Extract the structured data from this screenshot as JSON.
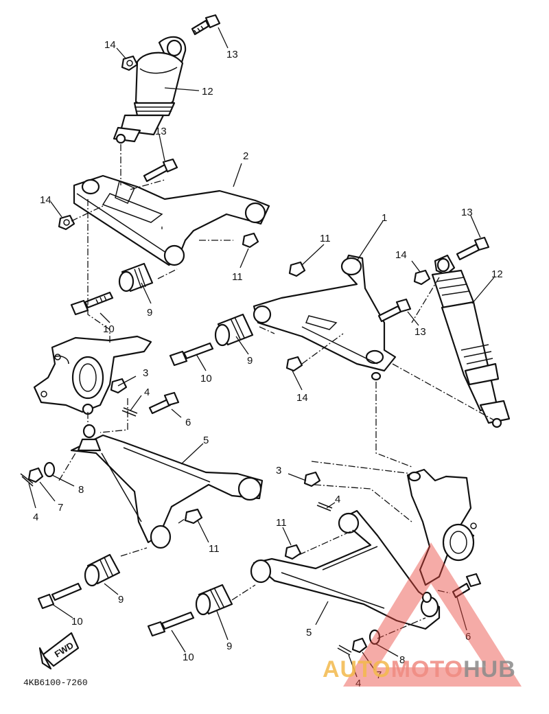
{
  "diagram": {
    "part_number": "4KB6100-7260",
    "fwd_badge": "FWD",
    "callouts": [
      {
        "id": "c-1",
        "label": "1"
      },
      {
        "id": "c-2",
        "label": "2"
      },
      {
        "id": "c-3a",
        "label": "3"
      },
      {
        "id": "c-3b",
        "label": "3"
      },
      {
        "id": "c-4a",
        "label": "4"
      },
      {
        "id": "c-4b",
        "label": "4"
      },
      {
        "id": "c-4c",
        "label": "4"
      },
      {
        "id": "c-4d",
        "label": "4"
      },
      {
        "id": "c-5a",
        "label": "5"
      },
      {
        "id": "c-5b",
        "label": "5"
      },
      {
        "id": "c-6a",
        "label": "6"
      },
      {
        "id": "c-6b",
        "label": "6"
      },
      {
        "id": "c-7a",
        "label": "7"
      },
      {
        "id": "c-7b",
        "label": "7"
      },
      {
        "id": "c-8a",
        "label": "8"
      },
      {
        "id": "c-8b",
        "label": "8"
      },
      {
        "id": "c-9a",
        "label": "9"
      },
      {
        "id": "c-9b",
        "label": "9"
      },
      {
        "id": "c-9c",
        "label": "9"
      },
      {
        "id": "c-9d",
        "label": "9"
      },
      {
        "id": "c-10a",
        "label": "10"
      },
      {
        "id": "c-10b",
        "label": "10"
      },
      {
        "id": "c-10c",
        "label": "10"
      },
      {
        "id": "c-10d",
        "label": "10"
      },
      {
        "id": "c-11a",
        "label": "11"
      },
      {
        "id": "c-11b",
        "label": "11"
      },
      {
        "id": "c-11c",
        "label": "11"
      },
      {
        "id": "c-11d",
        "label": "11"
      },
      {
        "id": "c-12a",
        "label": "12"
      },
      {
        "id": "c-12b",
        "label": "12"
      },
      {
        "id": "c-13a",
        "label": "13"
      },
      {
        "id": "c-13b",
        "label": "13"
      },
      {
        "id": "c-13c",
        "label": "13"
      },
      {
        "id": "c-13d",
        "label": "13"
      },
      {
        "id": "c-14a",
        "label": "14"
      },
      {
        "id": "c-14b",
        "label": "14"
      },
      {
        "id": "c-14c",
        "label": "14"
      },
      {
        "id": "c-14d",
        "label": "14"
      }
    ]
  },
  "watermark": {
    "part1": "AUTO",
    "part2": "MOTO",
    "part3": "HUB",
    "colors": {
      "part1": "#f2b84b",
      "part2": "#ee8a80",
      "part3": "#8a8a8a",
      "triangle": "#e8453c"
    }
  }
}
